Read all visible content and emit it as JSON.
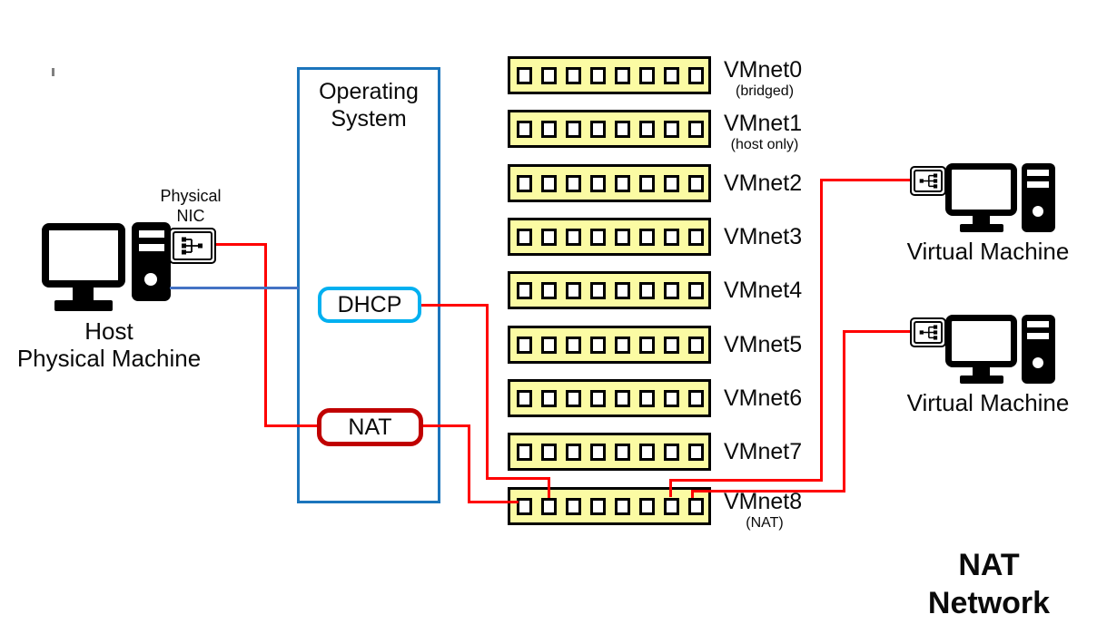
{
  "host": {
    "nic_label_line1": "Physical",
    "nic_label_line2": "NIC",
    "label_line1": "Host",
    "label_line2": "Physical Machine"
  },
  "os": {
    "label_line1": "Operating",
    "label_line2": "System",
    "dhcp_label": "DHCP",
    "nat_label": "NAT"
  },
  "vmnets": [
    {
      "name": "VMnet0",
      "sub": "(bridged)"
    },
    {
      "name": "VMnet1",
      "sub": "(host only)"
    },
    {
      "name": "VMnet2",
      "sub": ""
    },
    {
      "name": "VMnet3",
      "sub": ""
    },
    {
      "name": "VMnet4",
      "sub": ""
    },
    {
      "name": "VMnet5",
      "sub": ""
    },
    {
      "name": "VMnet6",
      "sub": ""
    },
    {
      "name": "VMnet7",
      "sub": ""
    },
    {
      "name": "VMnet8",
      "sub": "(NAT)"
    }
  ],
  "ports_per_switch": 8,
  "vms": [
    {
      "label": "Virtual Machine"
    },
    {
      "label": "Virtual Machine"
    }
  ],
  "footer": {
    "line1": "NAT",
    "line2": "Network"
  },
  "colors": {
    "connection_red": "#FF0000",
    "host_os_link_blue": "#4472C4",
    "os_border_blue": "#1B75BC",
    "dhcp_border_cyan": "#00B0F0",
    "nat_border_darkred": "#C00000",
    "switch_fill_yellow": "#FBFBA3"
  }
}
